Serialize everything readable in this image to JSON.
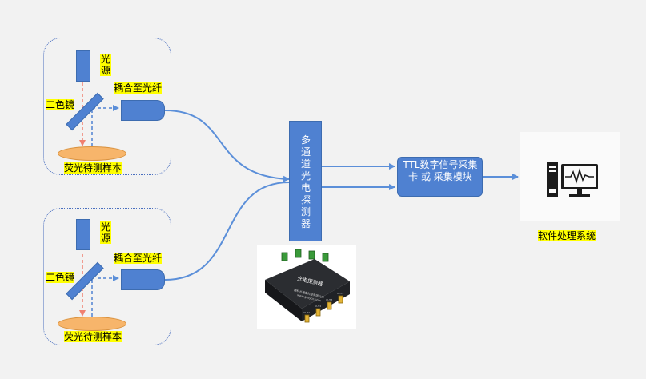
{
  "colors": {
    "blue": "#4f81d1",
    "line": "#5b8fd9",
    "red": "#f08070",
    "dash": "#4f81d1",
    "ellipse": "#f7b56b",
    "label_bg": "#ffff00"
  },
  "top": {
    "light_source": "光源",
    "coupling": "耦合至光纤",
    "dichroic": "二色镜",
    "sample": "荧光待测样本"
  },
  "bottom": {
    "light_source": "光源",
    "coupling": "耦合至光纤",
    "dichroic": "二色镜",
    "sample": "荧光待测样本"
  },
  "detector": {
    "label": "多通道光电探测器"
  },
  "daq": {
    "label": "TTL数字信号采集卡 或 采集模块"
  },
  "software": {
    "label": "软件处理系统",
    "icon": "computer-monitor-icon"
  },
  "photo": {
    "title": "光电探测器",
    "company": "精科光通量科技有限公司",
    "website": "www.gqsycn.com",
    "ports": [
      "OUT1",
      "OUT2",
      "OUT3",
      "OUT4"
    ]
  }
}
